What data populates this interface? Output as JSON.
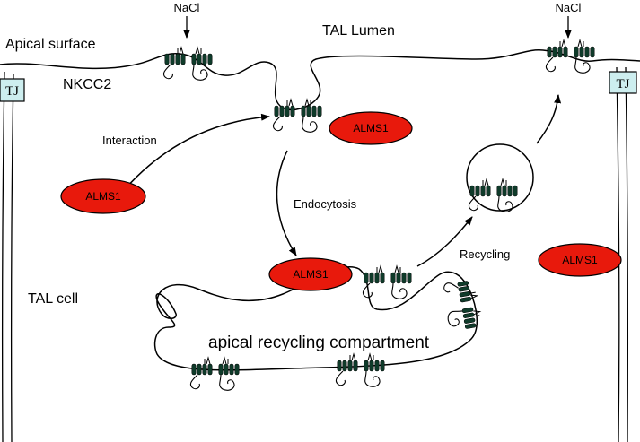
{
  "labels": {
    "apical_surface": "Apical surface",
    "tal_lumen": "TAL Lumen",
    "nkcc2": "NKCC2",
    "interaction": "Interaction",
    "endocytosis": "Endocytosis",
    "recycling": "Recycling",
    "tal_cell": "TAL cell",
    "compartment": "apical recycling compartment",
    "nacl_left": "NaCl",
    "nacl_right": "NaCl",
    "tj_left": "TJ",
    "tj_right": "TJ"
  },
  "alms1": [
    "ALMS1",
    "ALMS1",
    "ALMS1",
    "ALMS1"
  ],
  "colors": {
    "alms1_fill": "#e8190c",
    "tj_fill": "#cdeeef",
    "transporter": "#0f3b2a"
  }
}
